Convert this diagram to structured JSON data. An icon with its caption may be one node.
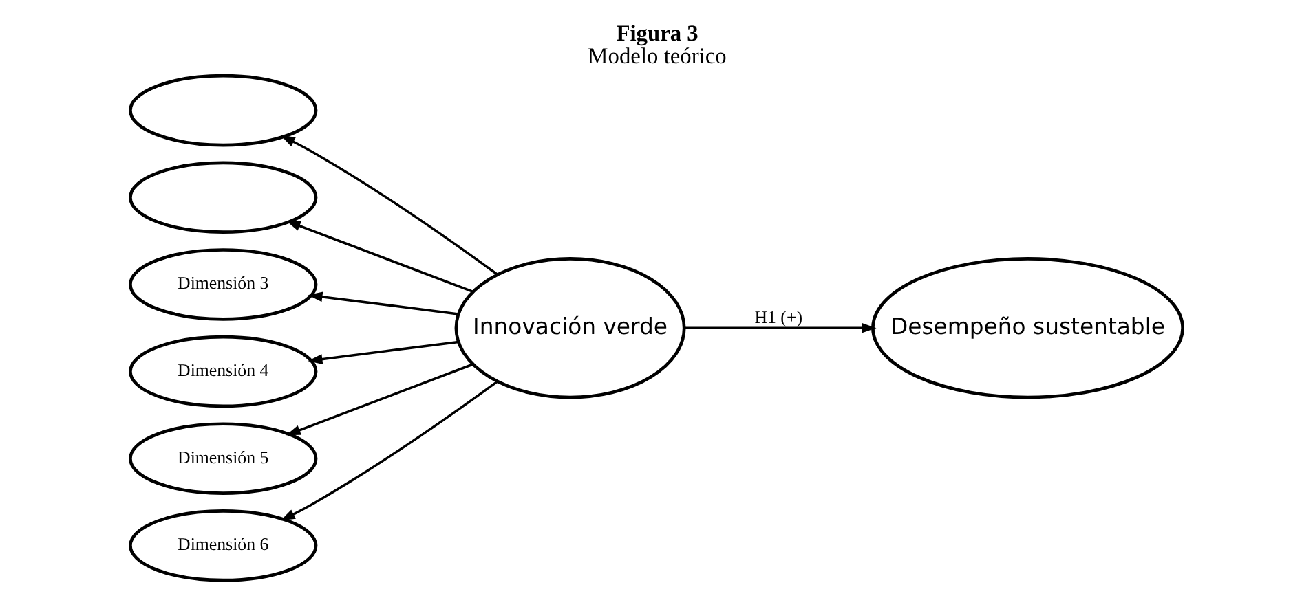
{
  "diagram": {
    "title": "Figura 3",
    "caption": "Modelo teórico",
    "nodes": [
      {
        "text": [],
        "shape": "ellipse"
      },
      {
        "text": [],
        "shape": "ellipse"
      },
      {
        "text": [
          "Dimensión 3"
        ]
      },
      {
        "text": [
          "Dimensión 4"
        ]
      },
      {
        "text": [
          "Dimensión 5"
        ]
      },
      {
        "text": [
          "Dimensión 6"
        ]
      },
      {
        "text": [
          "Innovación verde"
        ]
      },
      {
        "text": [
          "Desempeño sustentable"
        ]
      }
    ],
    "edges": [
      {
        "from": 6,
        "to": 0,
        "arrow": "to"
      },
      {
        "from": 6,
        "to": 1,
        "arrow": "to"
      },
      {
        "from": 6,
        "to": 2,
        "arrow": "to"
      },
      {
        "from": 6,
        "to": 3,
        "arrow": "to"
      },
      {
        "from": 6,
        "to": 4,
        "arrow": "to"
      },
      {
        "from": 6,
        "to": 5,
        "arrow": "to"
      },
      {
        "from": 6,
        "to": 7,
        "label": "H1 (+)",
        "arrow": "to"
      }
    ]
  }
}
